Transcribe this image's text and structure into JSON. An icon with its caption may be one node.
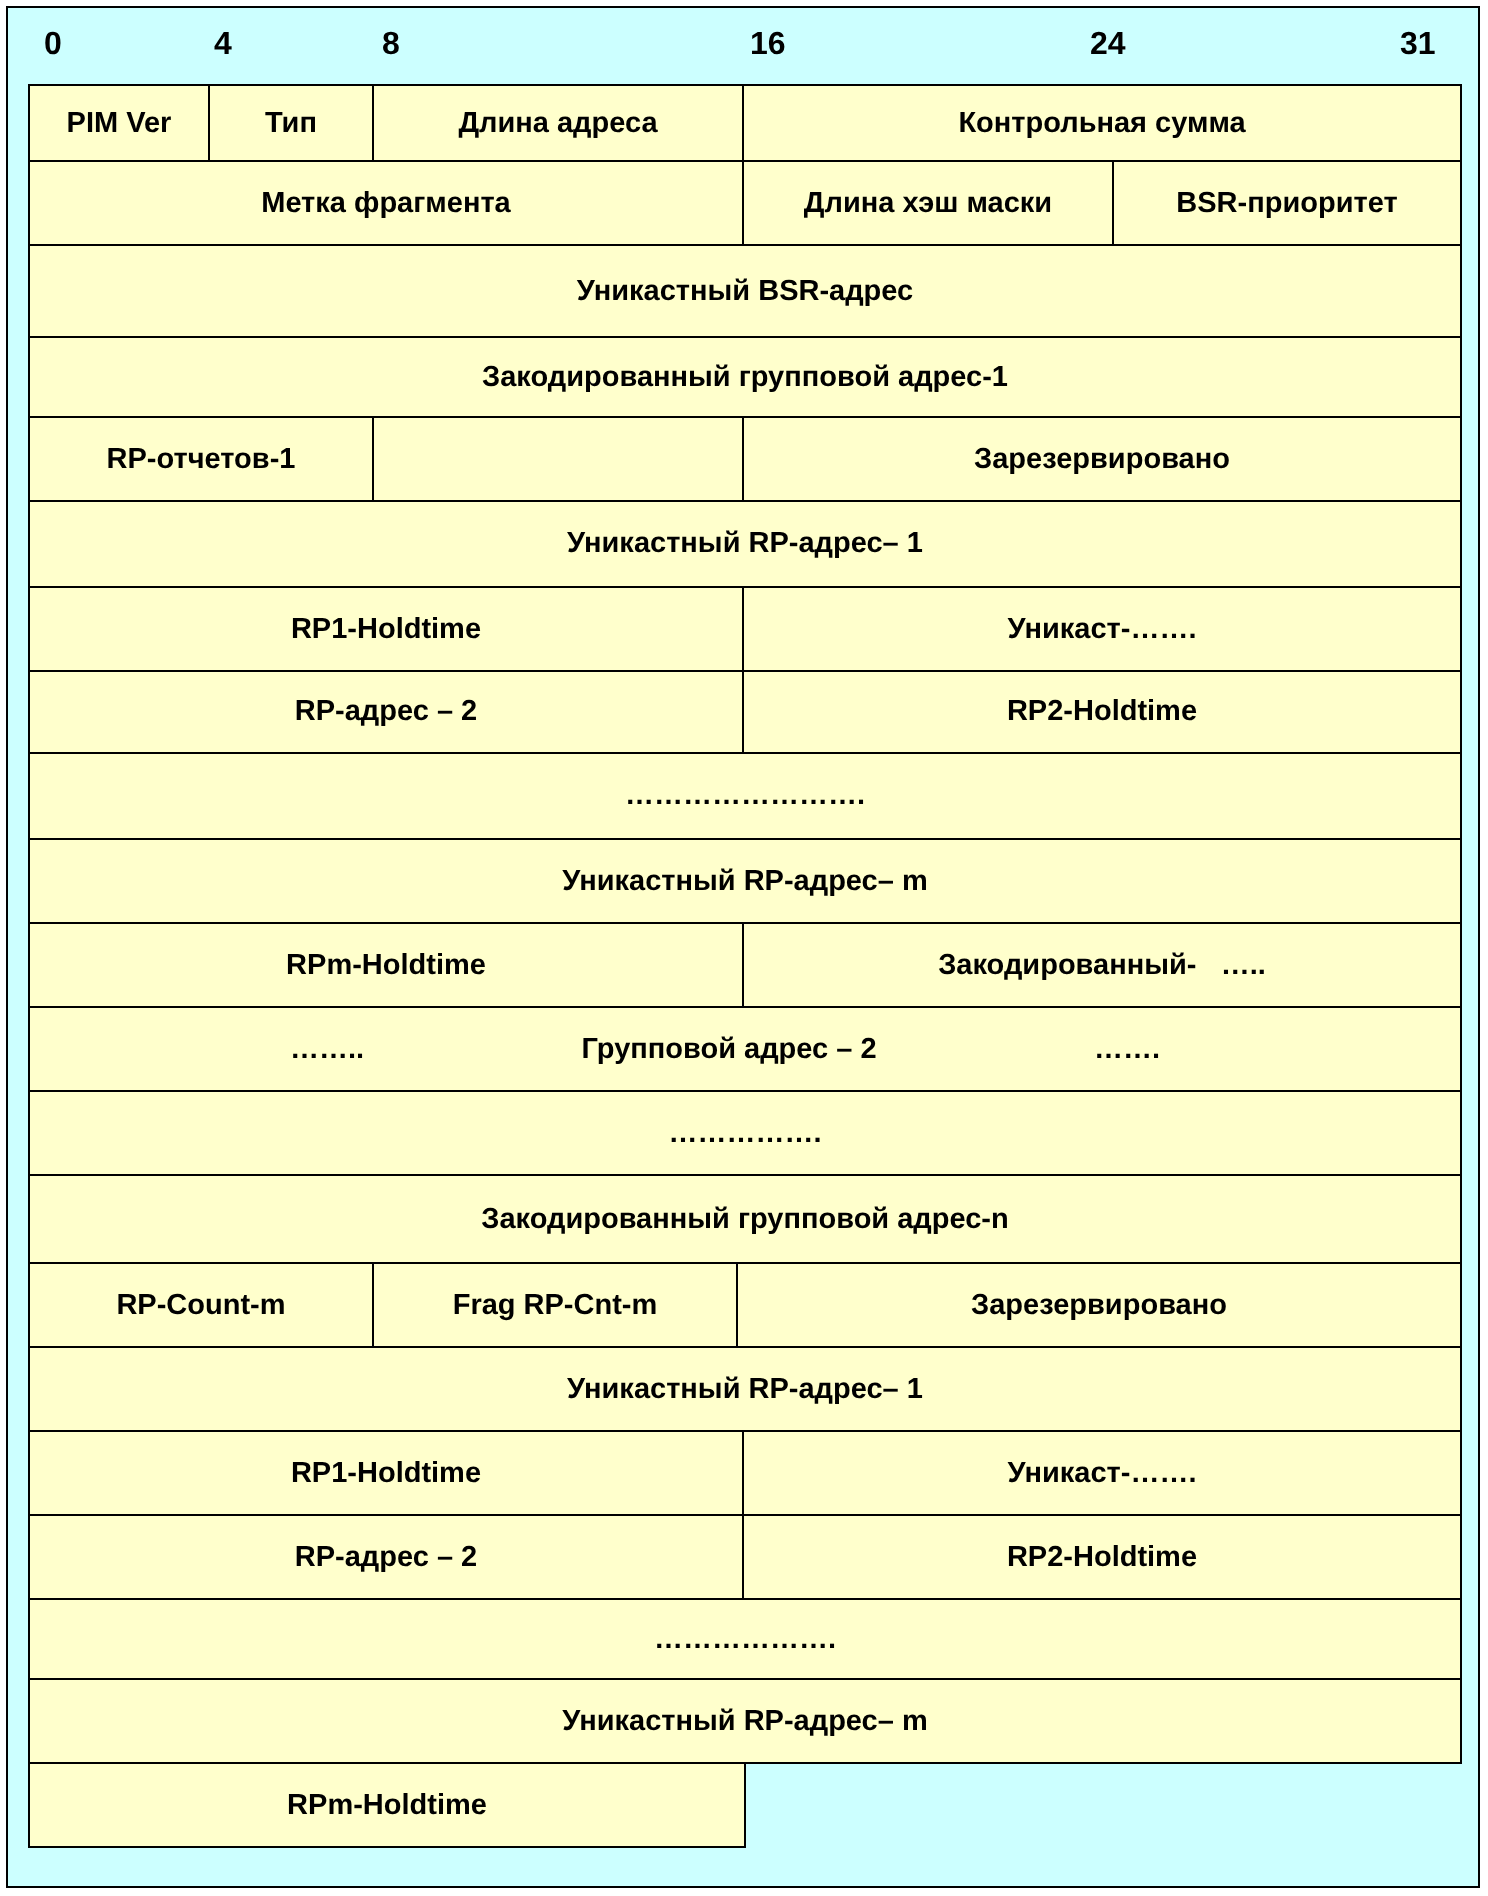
{
  "diagram": {
    "nodes": [
      {
        "text": [
          "PIM Ver"
        ]
      },
      {
        "text": [
          "Тип"
        ]
      },
      {
        "text": [
          "Длина адреса"
        ]
      },
      {
        "text": [
          "Контрольная сумма"
        ]
      },
      {
        "text": [
          "Метка фрагмента"
        ]
      },
      {
        "text": [
          "Длина хэш маски"
        ]
      },
      {
        "text": [
          "BSR-приоритет"
        ]
      },
      {
        "text": [
          "Уникастный BSR-адрес"
        ]
      },
      {
        "text": [
          "Закодированный групповой адрес-1"
        ]
      },
      {
        "text": [
          "RP-отчетов-1"
        ]
      },
      {
        "text": [],
        "shape": "box"
      },
      {
        "text": [
          "Зарезервировано"
        ]
      },
      {
        "text": [
          "Уникастный RP-адрес– 1"
        ]
      },
      {
        "text": [
          "RP1-Holdtime"
        ]
      },
      {
        "text": [
          "Уникаст-……."
        ]
      },
      {
        "text": [
          "RP-адрес – 2"
        ]
      },
      {
        "text": [
          "RP2-Holdtime"
        ]
      },
      {
        "text": [
          "……………………."
        ]
      },
      {
        "text": [
          "Уникастный RP-адрес– m"
        ]
      },
      {
        "text": [
          "RPm-Holdtime"
        ]
      },
      {
        "text": [
          "Закодированный-   ….."
        ]
      },
      {
        "text": [
          "……..",
          "Групповой адрес – 2",
          "……."
        ]
      },
      {
        "text": [
          "……………."
        ]
      },
      {
        "text": [
          "Закодированный групповой адрес-n"
        ]
      },
      {
        "text": [
          "RP-Count-m"
        ]
      },
      {
        "text": [
          "Frag RP-Cnt-m"
        ]
      },
      {
        "text": [
          "Зарезервировано"
        ]
      },
      {
        "text": [
          "Уникастный RP-адрес– 1"
        ]
      },
      {
        "text": [
          "RP1-Holdtime"
        ]
      },
      {
        "text": [
          "Уникаст-……."
        ]
      },
      {
        "text": [
          "RP-адрес – 2"
        ]
      },
      {
        "text": [
          "RP2-Holdtime"
        ]
      },
      {
        "text": [
          "………………."
        ]
      },
      {
        "text": [
          "Уникастный RP-адрес– m"
        ]
      },
      {
        "text": [
          "RPm-Holdtime"
        ]
      }
    ],
    "labels": [
      "0",
      "4",
      "8",
      "16",
      "24",
      "31"
    ]
  }
}
